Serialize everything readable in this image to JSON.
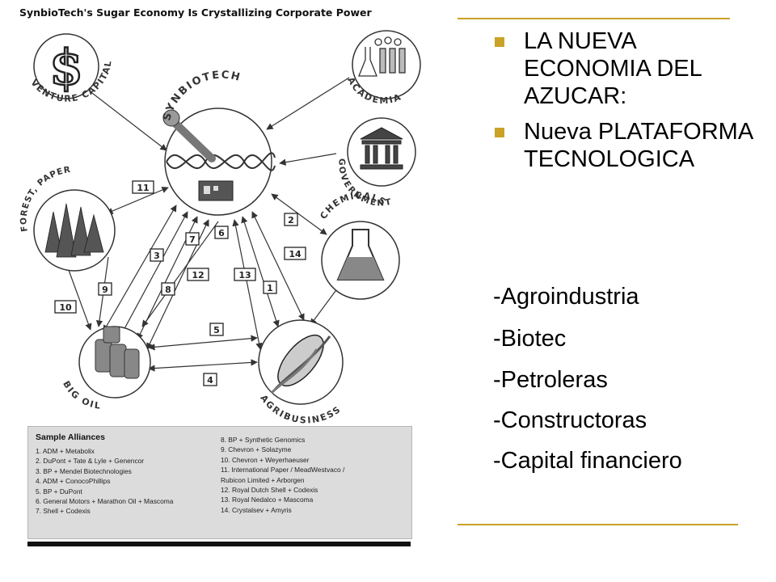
{
  "diagram": {
    "title": "SynbioTech's Sugar Economy Is Crystallizing Corporate Power",
    "nodes": {
      "venture_capital": "VENTURE CAPITAL",
      "academia": "ACADEMIA",
      "synbiotech": "SYNBIOTECH",
      "government": "GOVERNMENT",
      "forest_paper": "FOREST, PAPER",
      "chemicals": "CHEMICALS",
      "big_oil": "BIG OIL",
      "agribusiness": "AGRIBUSINESS"
    },
    "dollar_symbol": "$",
    "link_numbers": [
      "11",
      "2",
      "7",
      "6",
      "3",
      "14",
      "12",
      "13",
      "9",
      "8",
      "1",
      "10",
      "5",
      "4"
    ],
    "sample_alliances_title": "Sample Alliances",
    "alliances_left": [
      "1. ADM + Metabolix",
      "2. DuPont + Tate & Lyle + Genencor",
      "3. BP + Mendel Biotechnologies",
      "4. ADM + ConocoPhillips",
      "5. BP + DuPont",
      "6. General Motors + Marathon Oil + Mascoma",
      "7. Shell + Codexis"
    ],
    "alliances_right": [
      "8. BP + Synthetic Genomics",
      "9. Chevron + Solazyme",
      "10.  Chevron + Weyerhaeuser",
      "11. International Paper / MeadWestvaco /",
      "        Rubicon Limited + Arborgen",
      "12. Royal Dutch Shell + Codexis",
      "13. Royal Nedalco + Mascoma",
      "14. Crystalsev + Amyris"
    ]
  },
  "bullets": [
    "LA NUEVA ECONOMIA DEL AZUCAR:",
    "Nueva PLATAFORMA TECNOLOGICA"
  ],
  "items": [
    "-Agroindustria",
    "-Biotec",
    "-Petroleras",
    "-Constructoras",
    "-Capital financiero"
  ],
  "colors": {
    "accent": "#c9a227"
  }
}
